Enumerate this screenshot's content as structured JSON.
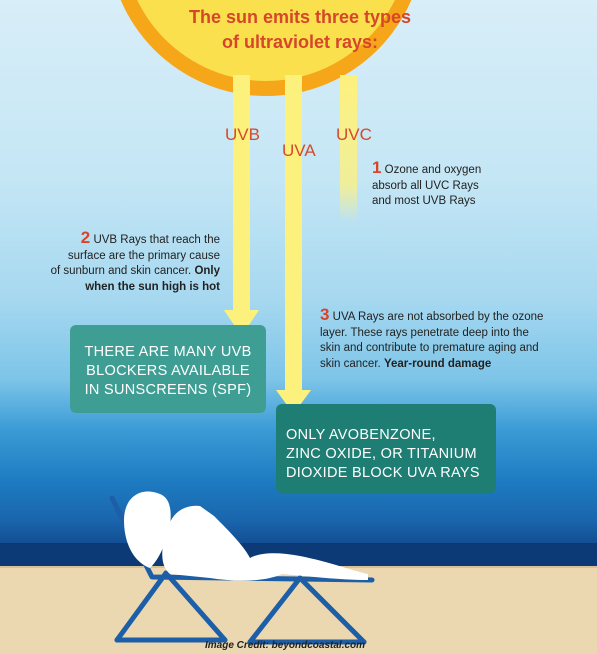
{
  "headline": [
    "The sun emits three types",
    "of ultraviolet rays:"
  ],
  "rays": {
    "uvb": "UVB",
    "uva": "UVA",
    "uvc": "UVC"
  },
  "notes": {
    "n1": {
      "number": "1",
      "lines": [
        "Ozone and oxygen",
        "absorb all UVC Rays",
        "and most UVB Rays"
      ]
    },
    "n2": {
      "number": "2",
      "lines": [
        "UVB Rays that reach the",
        "surface are the primary cause",
        "of sunburn and skin cancer."
      ],
      "bold_a": "Only",
      "bold_b": "when the sun high is hot"
    },
    "n3": {
      "number": "3",
      "lines": [
        "UVA Rays are not absorbed by the ozone",
        "layer. These rays penetrate deep into the",
        "skin and contribute to premature aging and",
        "skin cancer."
      ],
      "bold": "Year-round damage"
    }
  },
  "boxes": {
    "uvb_box": [
      "THERE ARE MANY UVB",
      "BLOCKERS AVAILABLE",
      "IN SUNSCREENS (SPF)"
    ],
    "uva_box": [
      "ONLY AVOBENZONE,",
      "ZINC OXIDE, OR TITANIUM",
      "DIOXIDE BLOCK UVA RAYS"
    ]
  },
  "credit": "Image Credit: beyondcoastal.com",
  "colors": {
    "sun_outer": "#f6a619",
    "sun_inner": "#fbe04e",
    "ray": "#fdf17d",
    "accent_red": "#d5462a",
    "box_light": "#3e9e94",
    "box_dark": "#1f7e73",
    "sea": "#1a66ad",
    "sand": "#ebd7b0",
    "chair": "#1c5ea8"
  }
}
